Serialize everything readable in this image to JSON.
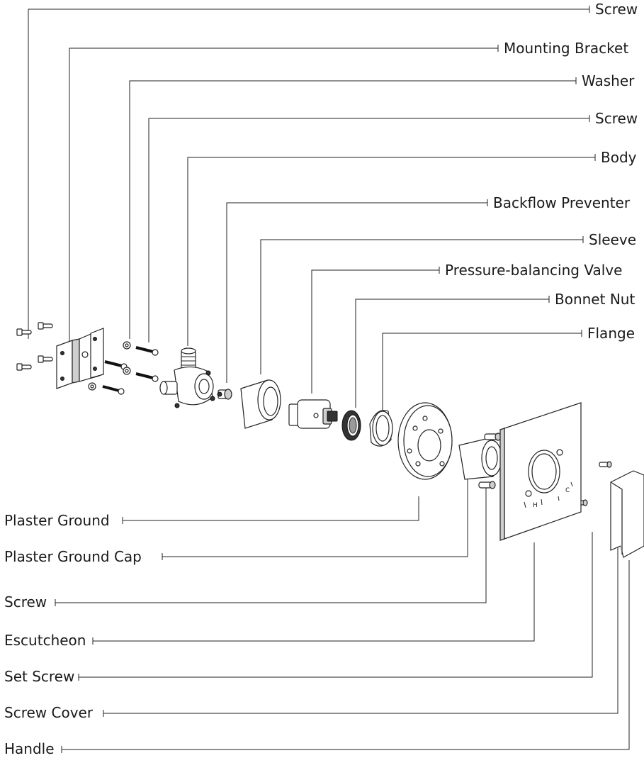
{
  "labels_right": [
    "Screw",
    "Mounting Bracket",
    "Washer",
    "Screw",
    "Body",
    "Backflow Preventer",
    "Sleeve",
    "Pressure-balancing Valve",
    "Bonnet Nut",
    "Flange"
  ],
  "labels_left": [
    "Plaster Ground",
    "Plaster Ground Cap",
    "Screw",
    "Escutcheon",
    "Set Screw",
    "Screw Cover",
    "Handle"
  ],
  "escutcheon_marks": [
    "H",
    "C"
  ]
}
